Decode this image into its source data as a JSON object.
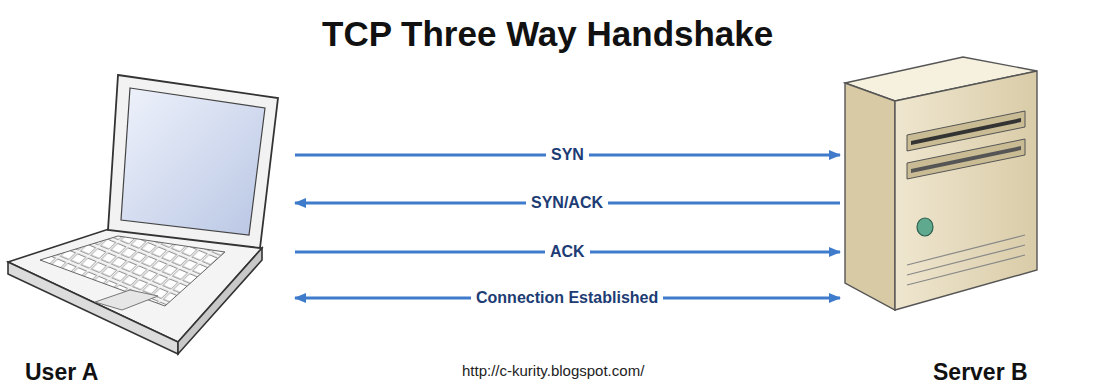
{
  "diagram": {
    "title": "TCP Three Way Handshake",
    "nodes": [
      {
        "text": [
          "User A"
        ]
      },
      {
        "text": [
          "Server B"
        ]
      }
    ],
    "edges": [
      {
        "from": 0,
        "to": 1,
        "arrow": "to",
        "label": "SYN"
      },
      {
        "from": 1,
        "to": 0,
        "arrow": "to",
        "label": "SYN/ACK"
      },
      {
        "from": 0,
        "to": 1,
        "arrow": "to",
        "label": "ACK"
      },
      {
        "from": 0,
        "to": 1,
        "arrow": "both",
        "label": "Connection Established"
      }
    ],
    "labels": [
      "http://c-kurity.blogspot.com/"
    ]
  }
}
